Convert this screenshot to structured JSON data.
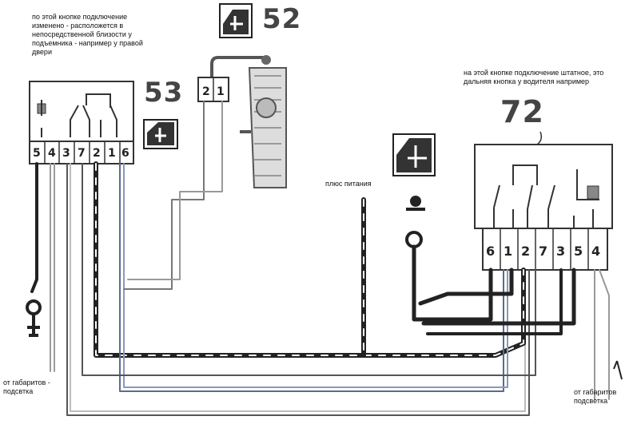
{
  "notes": {
    "left_top": "по этой кнопке подключение изменено - расположется в непосредственной близости у подъемника - например у правой двери",
    "right_top": "на этой кнопке подключение штатное, это дальняя кнопка  у водителя например",
    "power": "плюс питания",
    "left_bottom": "от габаритов - подсвтка",
    "right_bottom": "от габаритов подсветка"
  },
  "labels": {
    "conn53": "53",
    "conn52": "52",
    "conn72": "72"
  },
  "connectors": {
    "left_pins": [
      "5",
      "4",
      "3",
      "7",
      "2",
      "1",
      "6"
    ],
    "motor_pins": [
      "2",
      "1"
    ],
    "right_pins": [
      "6",
      "1",
      "2",
      "7",
      "3",
      "5",
      "4"
    ]
  },
  "colors": {
    "wire": "#222222",
    "blue_wire": "#5b6b8f",
    "grey_wire": "#8a8a8a",
    "stripe": "#ffffff"
  }
}
